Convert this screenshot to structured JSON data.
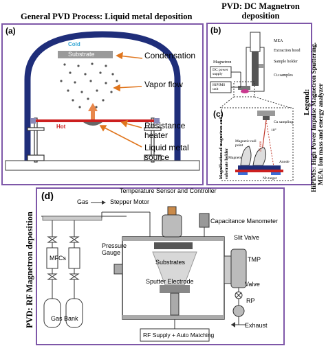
{
  "titles": {
    "general": "General PVD Process: Liquid metal deposition",
    "dc": "PVD: DC Magnetron deposition",
    "rf": "PVD:  RF Magnetron deposition"
  },
  "panel_a": {
    "label": "(a)",
    "cold": "Cold",
    "substrate": "Substrate",
    "hot": "Hot",
    "condensation": "Condensation",
    "vapor_flow": "Vapor flow",
    "resistance_heater": "Resistance heater",
    "liquid_metal_source": "Liquid metal source"
  },
  "panel_b": {
    "label": "(b)",
    "mea": "MEA",
    "extraction_hood": "Extraction hood",
    "sample_holder": "Sample holder",
    "magnetron": "Magnetron",
    "dc_power_supply": "DC power supply",
    "hipims_unit": "HiPIMS unit",
    "cu_samples": "Cu samples"
  },
  "panel_c": {
    "label": "(c)",
    "cu_sampling": "Cu sampling",
    "angle": "10°",
    "magnetic_null_point": "Magnetic null point",
    "magnets": "Magnets",
    "nb_target": "Nb target",
    "anode": "Anode",
    "distance": "45 mm"
  },
  "magnification_label": "Magnification of magnetron and substrate holder",
  "legend": {
    "title": "Legend:",
    "hipims": "HiPIMS: High Power Impulse Magnetron Sputtering.",
    "mea": "MEA: Ion mass and energy analyzer"
  },
  "panel_d": {
    "label": "(d)",
    "temperature_sensor": "Temperature Sensor and Controller",
    "gas": "Gas",
    "stepper_motor": "Stepper Motor",
    "capacitance_manometer": "Capacitance Manometer",
    "pressure_gauge": "Pressure Gauge",
    "slit_valve": "Slit Valve",
    "mfcs": "MFCs",
    "substrates": "Substrates",
    "tmp": "TMP",
    "valve": "Valve",
    "rp": "RP",
    "sputter_electrode": "Sputter Electrode",
    "gas_bank": "Gas Bank",
    "exhaust": "Exhaust",
    "rf_supply": "RF Supply + Auto Matching"
  },
  "colors": {
    "panel_border": "#7e57a8",
    "chamber_blue": "#1f2e7a",
    "hot_red": "#cc1f1f",
    "arrow_orange": "#e0761e",
    "substrate_gray": "#9a9a9a",
    "cold_blue": "#3aa9d6"
  }
}
